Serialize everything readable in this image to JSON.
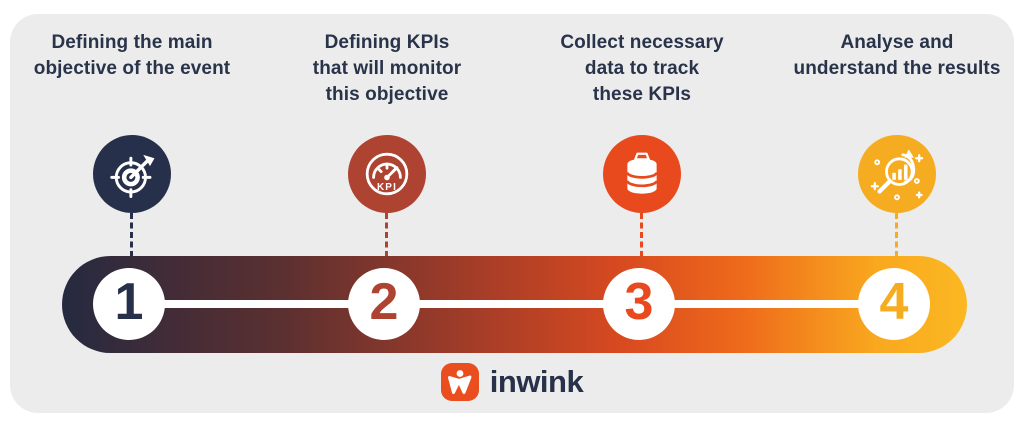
{
  "title": "Event KPI process infographic",
  "steps": [
    {
      "number": "1",
      "label": "Defining the main\nobjective of the event",
      "color": "#27304a",
      "icon": "target-icon"
    },
    {
      "number": "2",
      "label": "Defining KPIs\nthat will monitor\nthis objective",
      "color": "#ad4330",
      "icon": "kpi-gauge-icon",
      "icon_text": "KPI"
    },
    {
      "number": "3",
      "label": "Collect necessary\ndata to track\nthese KPIs",
      "color": "#e8491d",
      "icon": "database-icon"
    },
    {
      "number": "4",
      "label": "Analyse and\nunderstand the results",
      "color": "#f6ac21",
      "icon": "analysis-magnifier-icon"
    }
  ],
  "timeline": {
    "gradient_stops": [
      "#252a40",
      "#5d3030",
      "#a23c28",
      "#d84a20",
      "#ee6a1b",
      "#fbb822"
    ],
    "connector_color": "#ffffff"
  },
  "card_background": "#ececec",
  "heading_color": "#293349",
  "logo": {
    "text": "inwink",
    "mark_color": "#ea4e1e",
    "text_color": "#273149"
  }
}
